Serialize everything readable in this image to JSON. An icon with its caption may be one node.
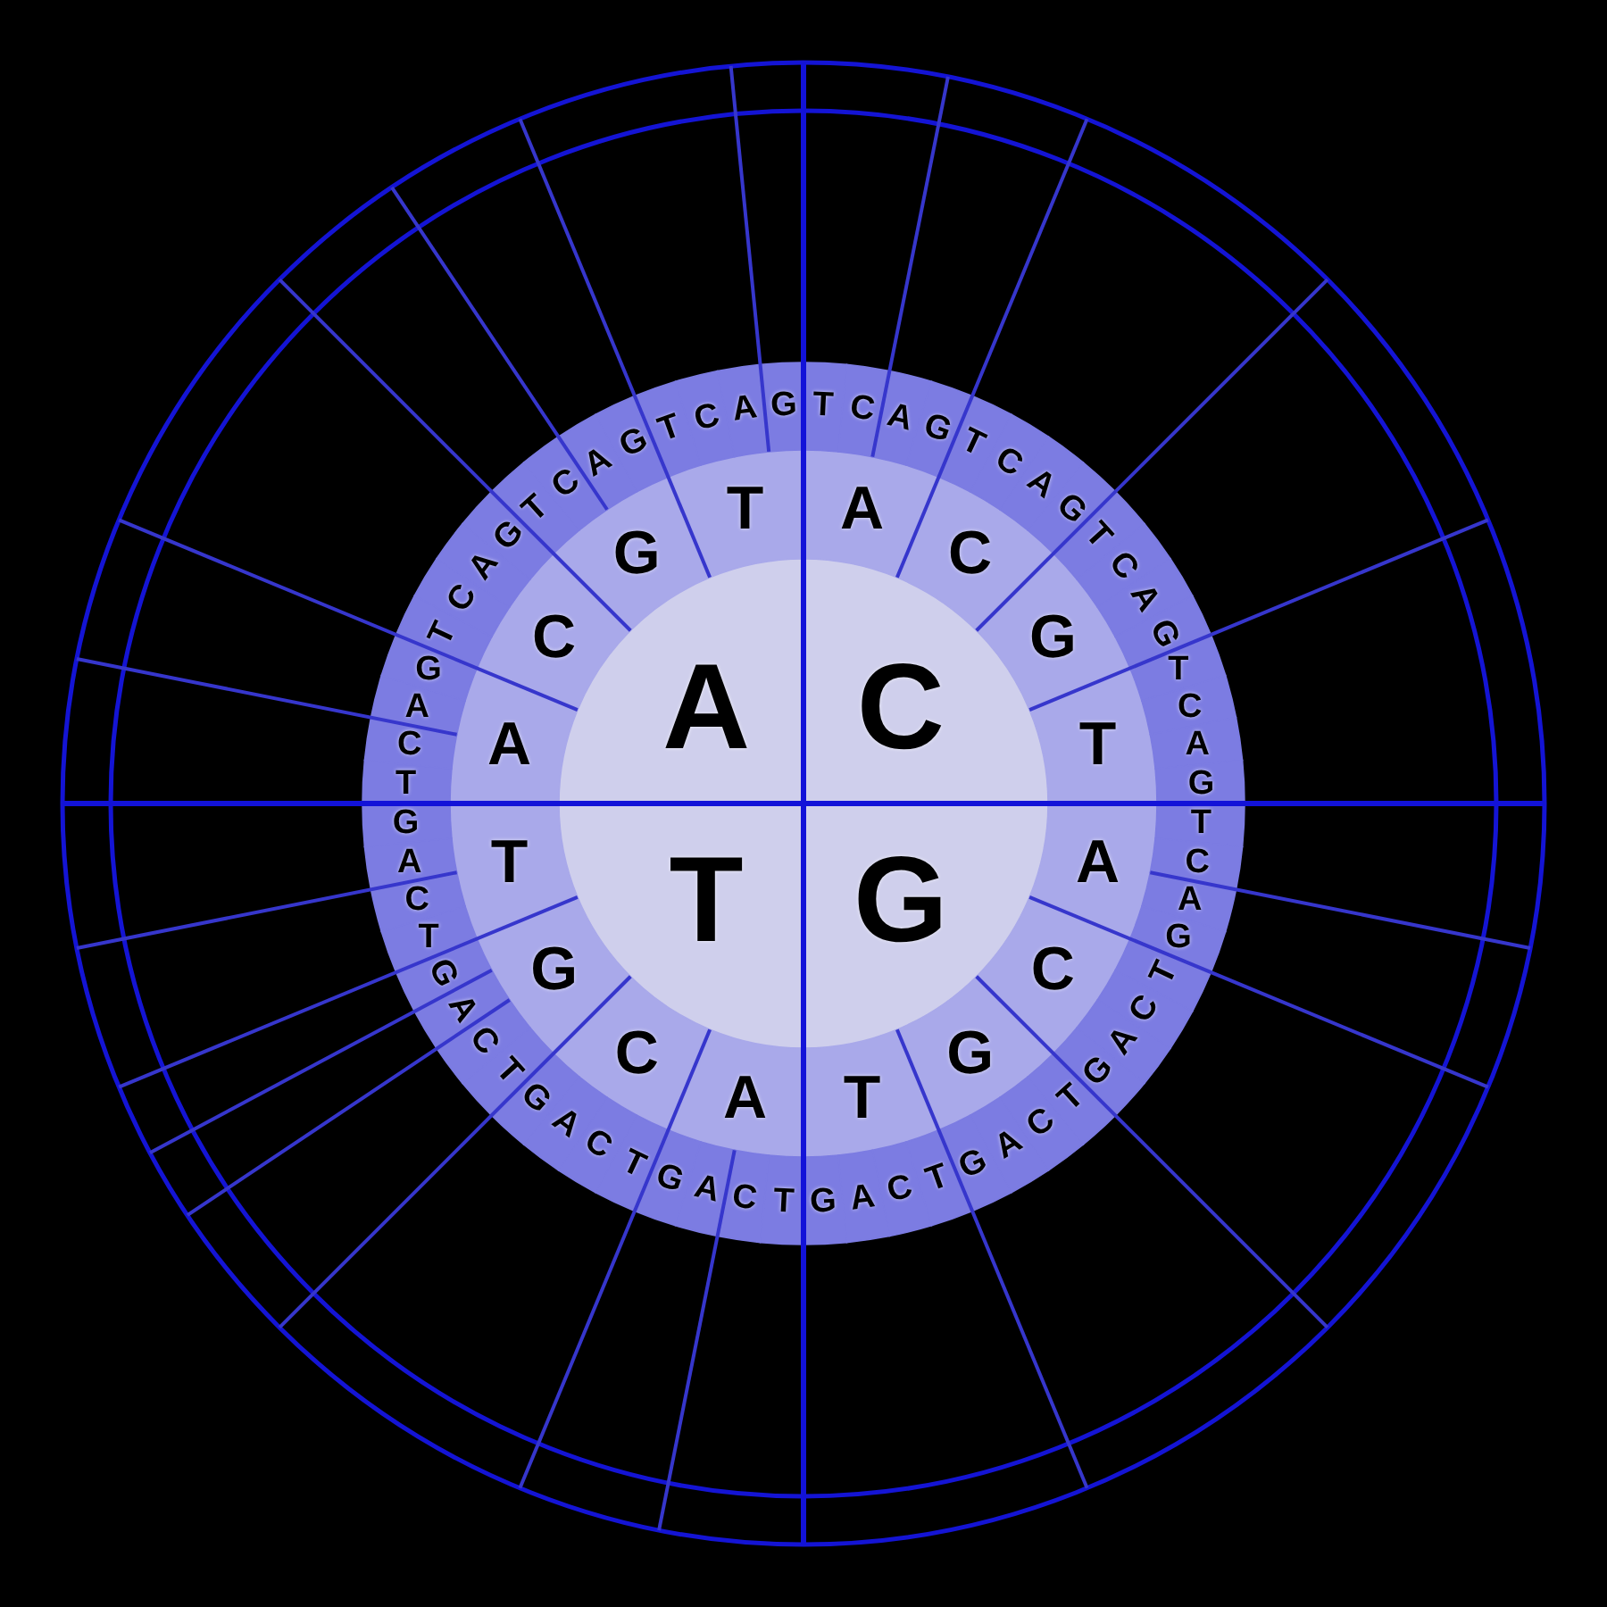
{
  "diagram": {
    "nodes": [
      {
        "text": [
          "A"
        ]
      },
      {
        "text": [
          "C"
        ]
      },
      {
        "text": [
          "T"
        ]
      },
      {
        "text": [
          "G"
        ]
      },
      {
        "text": [
          "A"
        ]
      },
      {
        "text": [
          "C"
        ]
      },
      {
        "text": [
          "G"
        ]
      },
      {
        "text": [
          "T"
        ]
      },
      {
        "text": [
          "A"
        ]
      },
      {
        "text": [
          "C"
        ]
      },
      {
        "text": [
          "G"
        ]
      },
      {
        "text": [
          "T"
        ]
      },
      {
        "text": [
          "A"
        ]
      },
      {
        "text": [
          "C"
        ]
      },
      {
        "text": [
          "G"
        ]
      },
      {
        "text": [
          "T"
        ]
      },
      {
        "text": [
          "A"
        ]
      },
      {
        "text": [
          "C"
        ]
      },
      {
        "text": [
          "G"
        ]
      },
      {
        "text": [
          "T"
        ]
      },
      {
        "text": [
          "T"
        ]
      },
      {
        "text": [
          "C"
        ]
      },
      {
        "text": [
          "A"
        ]
      },
      {
        "text": [
          "G"
        ]
      },
      {
        "text": [
          "T"
        ]
      },
      {
        "text": [
          "C"
        ]
      },
      {
        "text": [
          "A"
        ]
      },
      {
        "text": [
          "G"
        ]
      },
      {
        "text": [
          "T"
        ]
      },
      {
        "text": [
          "C"
        ]
      },
      {
        "text": [
          "A"
        ]
      },
      {
        "text": [
          "G"
        ]
      },
      {
        "text": [
          "T"
        ]
      },
      {
        "text": [
          "C"
        ]
      },
      {
        "text": [
          "A"
        ]
      },
      {
        "text": [
          "G"
        ]
      },
      {
        "text": [
          "T"
        ]
      },
      {
        "text": [
          "C"
        ]
      },
      {
        "text": [
          "A"
        ]
      },
      {
        "text": [
          "G"
        ]
      },
      {
        "text": [
          "T"
        ]
      },
      {
        "text": [
          "C"
        ]
      },
      {
        "text": [
          "A"
        ]
      },
      {
        "text": [
          "G"
        ]
      },
      {
        "text": [
          "T"
        ]
      },
      {
        "text": [
          "C"
        ]
      },
      {
        "text": [
          "A"
        ]
      },
      {
        "text": [
          "G"
        ]
      },
      {
        "text": [
          "T"
        ]
      },
      {
        "text": [
          "C"
        ]
      },
      {
        "text": [
          "A"
        ]
      },
      {
        "text": [
          "G"
        ]
      },
      {
        "text": [
          "T"
        ]
      },
      {
        "text": [
          "C"
        ]
      },
      {
        "text": [
          "A"
        ]
      },
      {
        "text": [
          "G"
        ]
      },
      {
        "text": [
          "T"
        ]
      },
      {
        "text": [
          "C"
        ]
      },
      {
        "text": [
          "A"
        ]
      },
      {
        "text": [
          "G"
        ]
      },
      {
        "text": [
          "T"
        ]
      },
      {
        "text": [
          "C"
        ]
      },
      {
        "text": [
          "A"
        ]
      },
      {
        "text": [
          "G"
        ]
      },
      {
        "text": [
          "T"
        ]
      },
      {
        "text": [
          "C"
        ]
      },
      {
        "text": [
          "A"
        ]
      },
      {
        "text": [
          "G"
        ]
      },
      {
        "text": [
          "T"
        ]
      },
      {
        "text": [
          "C"
        ]
      },
      {
        "text": [
          "A"
        ]
      },
      {
        "text": [
          "G"
        ]
      },
      {
        "text": [
          "T"
        ]
      },
      {
        "text": [
          "C"
        ]
      },
      {
        "text": [
          "A"
        ]
      },
      {
        "text": [
          "G"
        ]
      },
      {
        "text": [
          "T"
        ]
      },
      {
        "text": [
          "C"
        ]
      },
      {
        "text": [
          "A"
        ]
      },
      {
        "text": [
          "G"
        ]
      },
      {
        "text": [
          "T"
        ]
      },
      {
        "text": [
          "C"
        ]
      },
      {
        "text": [
          "A"
        ]
      },
      {
        "text": [
          "G"
        ]
      }
    ]
  }
}
